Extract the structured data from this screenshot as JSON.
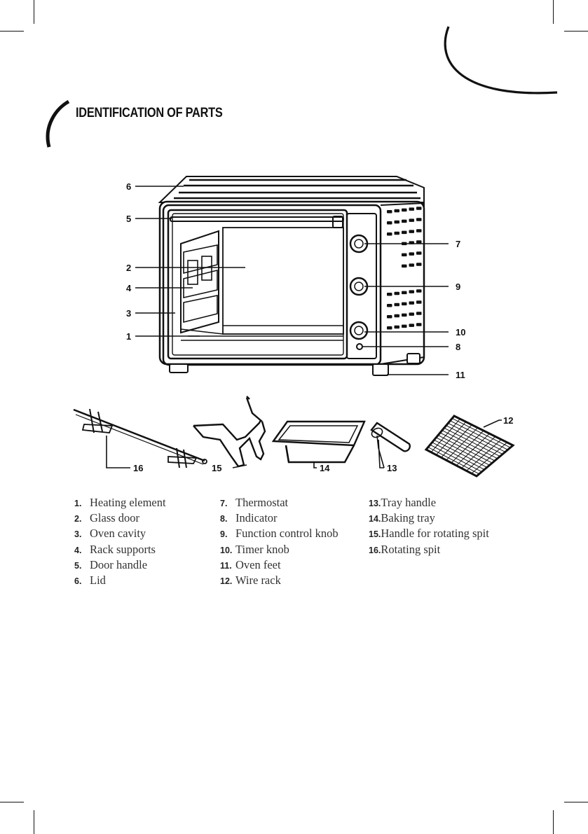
{
  "section_title": "IDENTIFICATION OF PARTS",
  "callouts": {
    "c1": "1",
    "c2": "2",
    "c3": "3",
    "c4": "4",
    "c5": "5",
    "c6": "6",
    "c7": "7",
    "c8": "8",
    "c9": "9",
    "c10": "10",
    "c11": "11",
    "c12": "12",
    "c13": "13",
    "c14": "14",
    "c15": "15",
    "c16": "16"
  },
  "parts": {
    "col1": [
      {
        "num": "1.",
        "name": "Heating element"
      },
      {
        "num": "2.",
        "name": "Glass door"
      },
      {
        "num": "3.",
        "name": "Oven cavity"
      },
      {
        "num": "4.",
        "name": "Rack supports"
      },
      {
        "num": "5.",
        "name": "Door handle"
      },
      {
        "num": "6.",
        "name": "Lid"
      }
    ],
    "col2": [
      {
        "num": "7.",
        "name": "Thermostat"
      },
      {
        "num": "8.",
        "name": "Indicator"
      },
      {
        "num": "9.",
        "name": "Function control knob"
      },
      {
        "num": "10.",
        "name": "Timer knob"
      },
      {
        "num": "11.",
        "name": "Oven feet"
      },
      {
        "num": "12.",
        "name": "Wire rack"
      }
    ],
    "col3": [
      {
        "num": "13.",
        "name": "Tray handle"
      },
      {
        "num": "14.",
        "name": "Baking tray"
      },
      {
        "num": "15.",
        "name": "Handle for rotating spit"
      },
      {
        "num": "16.",
        "name": "Rotating spit"
      }
    ]
  },
  "colors": {
    "ink": "#111111",
    "text": "#333333",
    "paper": "#ffffff"
  }
}
